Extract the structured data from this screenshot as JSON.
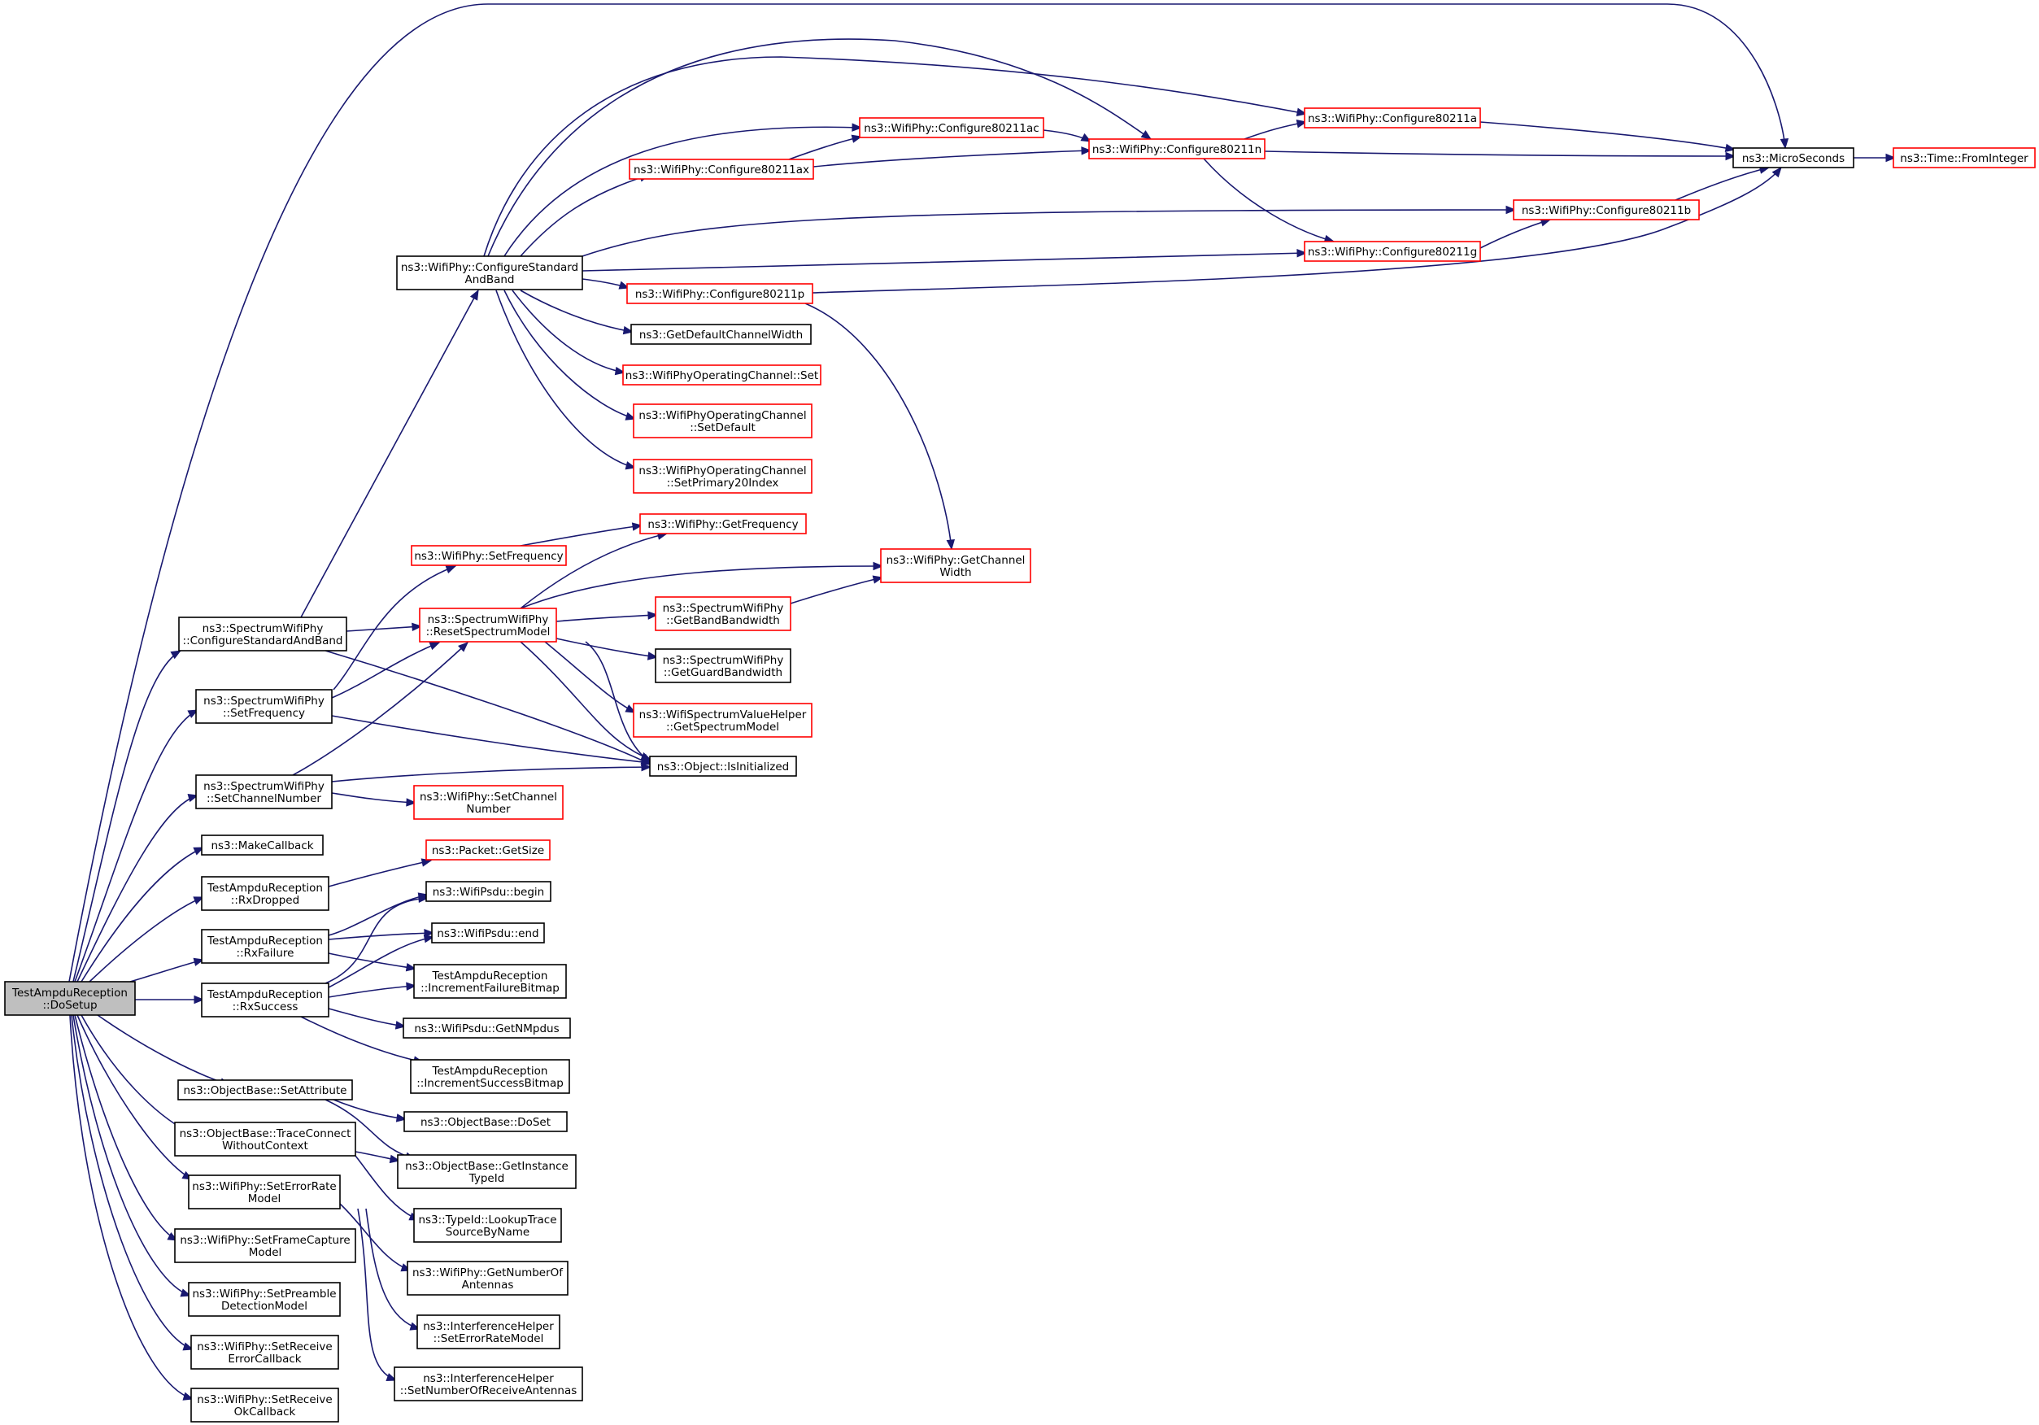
{
  "colors": {
    "edge": "#191970",
    "node_border_default": "#000000",
    "node_border_truncated": "#ff0000",
    "root_fill": "#bfbfbf",
    "background": "#ffffff"
  },
  "nodes": {
    "dosetup": {
      "lines": [
        "TestAmpduReception",
        "::DoSetup"
      ],
      "variant": "root"
    },
    "spw_conf": {
      "lines": [
        "ns3::SpectrumWifiPhy",
        "::ConfigureStandardAndBand"
      ],
      "variant": "normal"
    },
    "spw_setfreq": {
      "lines": [
        "ns3::SpectrumWifiPhy",
        "::SetFrequency"
      ],
      "variant": "normal"
    },
    "spw_setchan": {
      "lines": [
        "ns3::SpectrumWifiPhy",
        "::SetChannelNumber"
      ],
      "variant": "normal"
    },
    "makecb": {
      "lines": [
        "ns3::MakeCallback"
      ],
      "variant": "normal"
    },
    "rxdropped": {
      "lines": [
        "TestAmpduReception",
        "::RxDropped"
      ],
      "variant": "normal"
    },
    "rxfailure": {
      "lines": [
        "TestAmpduReception",
        "::RxFailure"
      ],
      "variant": "normal"
    },
    "rxsuccess": {
      "lines": [
        "TestAmpduReception",
        "::RxSuccess"
      ],
      "variant": "normal"
    },
    "ob_setattr": {
      "lines": [
        "ns3::ObjectBase::SetAttribute"
      ],
      "variant": "normal"
    },
    "ob_trace": {
      "lines": [
        "ns3::ObjectBase::TraceConnect",
        "WithoutContext"
      ],
      "variant": "normal"
    },
    "wp_seterr": {
      "lines": [
        "ns3::WifiPhy::SetErrorRate",
        "Model"
      ],
      "variant": "normal"
    },
    "wp_setframe": {
      "lines": [
        "ns3::WifiPhy::SetFrameCapture",
        "Model"
      ],
      "variant": "normal"
    },
    "wp_setpre": {
      "lines": [
        "ns3::WifiPhy::SetPreamble",
        "DetectionModel"
      ],
      "variant": "normal"
    },
    "wp_setrecerr": {
      "lines": [
        "ns3::WifiPhy::SetReceive",
        "ErrorCallback"
      ],
      "variant": "normal"
    },
    "wp_setrecok": {
      "lines": [
        "ns3::WifiPhy::SetReceive",
        "OkCallback"
      ],
      "variant": "normal"
    },
    "wp_csab": {
      "lines": [
        "ns3::WifiPhy::ConfigureStandard",
        "AndBand"
      ],
      "variant": "normal"
    },
    "wp_setfreq": {
      "lines": [
        "ns3::WifiPhy::SetFrequency"
      ],
      "variant": "red"
    },
    "spw_reset": {
      "lines": [
        "ns3::SpectrumWifiPhy",
        "::ResetSpectrumModel"
      ],
      "variant": "red"
    },
    "obj_isinit": {
      "lines": [
        "ns3::Object::IsInitialized"
      ],
      "variant": "normal"
    },
    "wp_setchnum": {
      "lines": [
        "ns3::WifiPhy::SetChannel",
        "Number"
      ],
      "variant": "red"
    },
    "pkt_getsize": {
      "lines": [
        "ns3::Packet::GetSize"
      ],
      "variant": "red"
    },
    "psdu_begin": {
      "lines": [
        "ns3::WifiPsdu::begin"
      ],
      "variant": "normal"
    },
    "psdu_end": {
      "lines": [
        "ns3::WifiPsdu::end"
      ],
      "variant": "normal"
    },
    "inc_fail": {
      "lines": [
        "TestAmpduReception",
        "::IncrementFailureBitmap"
      ],
      "variant": "normal"
    },
    "psdu_getn": {
      "lines": [
        "ns3::WifiPsdu::GetNMpdus"
      ],
      "variant": "normal"
    },
    "inc_succ": {
      "lines": [
        "TestAmpduReception",
        "::IncrementSuccessBitmap"
      ],
      "variant": "normal"
    },
    "ob_doset": {
      "lines": [
        "ns3::ObjectBase::DoSet"
      ],
      "variant": "normal"
    },
    "ob_getinst": {
      "lines": [
        "ns3::ObjectBase::GetInstance",
        "TypeId"
      ],
      "variant": "normal"
    },
    "tid_lookup": {
      "lines": [
        "ns3::TypeId::LookupTrace",
        "SourceByName"
      ],
      "variant": "normal"
    },
    "wp_getnant": {
      "lines": [
        "ns3::WifiPhy::GetNumberOf",
        "Antennas"
      ],
      "variant": "normal"
    },
    "ih_seterr": {
      "lines": [
        "ns3::InterferenceHelper",
        "::SetErrorRateModel"
      ],
      "variant": "normal"
    },
    "ih_setnum": {
      "lines": [
        "ns3::InterferenceHelper",
        "::SetNumberOfReceiveAntennas"
      ],
      "variant": "normal"
    },
    "c11ac": {
      "lines": [
        "ns3::WifiPhy::Configure80211ac"
      ],
      "variant": "red"
    },
    "c11ax": {
      "lines": [
        "ns3::WifiPhy::Configure80211ax"
      ],
      "variant": "red"
    },
    "c11n": {
      "lines": [
        "ns3::WifiPhy::Configure80211n"
      ],
      "variant": "red"
    },
    "c11a": {
      "lines": [
        "ns3::WifiPhy::Configure80211a"
      ],
      "variant": "red"
    },
    "micro": {
      "lines": [
        "ns3::MicroSeconds"
      ],
      "variant": "normal"
    },
    "fromint": {
      "lines": [
        "ns3::Time::FromInteger"
      ],
      "variant": "red"
    },
    "c11b": {
      "lines": [
        "ns3::WifiPhy::Configure80211b"
      ],
      "variant": "red"
    },
    "c11g": {
      "lines": [
        "ns3::WifiPhy::Configure80211g"
      ],
      "variant": "red"
    },
    "c11p": {
      "lines": [
        "ns3::WifiPhy::Configure80211p"
      ],
      "variant": "red"
    },
    "getdefcw": {
      "lines": [
        "ns3::GetDefaultChannelWidth"
      ],
      "variant": "normal"
    },
    "woc_set": {
      "lines": [
        "ns3::WifiPhyOperatingChannel::Set"
      ],
      "variant": "red"
    },
    "woc_setdef": {
      "lines": [
        "ns3::WifiPhyOperatingChannel",
        "::SetDefault"
      ],
      "variant": "red"
    },
    "woc_setp20": {
      "lines": [
        "ns3::WifiPhyOperatingChannel",
        "::SetPrimary20Index"
      ],
      "variant": "red"
    },
    "wp_getfreq": {
      "lines": [
        "ns3::WifiPhy::GetFrequency"
      ],
      "variant": "red"
    },
    "wp_getcw": {
      "lines": [
        "ns3::WifiPhy::GetChannel",
        "Width"
      ],
      "variant": "red"
    },
    "spw_getband": {
      "lines": [
        "ns3::SpectrumWifiPhy",
        "::GetBandBandwidth"
      ],
      "variant": "red"
    },
    "spw_getguard": {
      "lines": [
        "ns3::SpectrumWifiPhy",
        "::GetGuardBandwidth"
      ],
      "variant": "normal"
    },
    "wsvh_getsm": {
      "lines": [
        "ns3::WifiSpectrumValueHelper",
        "::GetSpectrumModel"
      ],
      "variant": "red"
    }
  }
}
